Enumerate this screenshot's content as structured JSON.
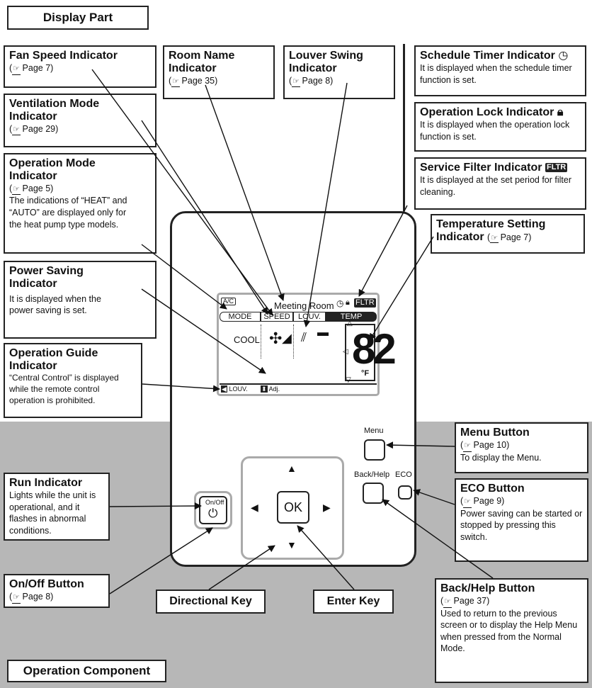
{
  "display_title": "Display Part",
  "operation_title": "Operation Component",
  "indicators": {
    "fan_speed": {
      "title": "Fan Speed Indicator",
      "ref": "Page 7"
    },
    "ventilation": {
      "title": "Ventilation Mode Indicator",
      "ref": "Page 29"
    },
    "operation_mode": {
      "title": "Operation Mode Indicator",
      "ref": "Page 5",
      "desc": "The indications of “HEAT” and “AUTO” are displayed only for the heat pump type models."
    },
    "power_saving": {
      "title": "Power Saving Indicator",
      "desc": "It is displayed when the power saving is set."
    },
    "operation_guide": {
      "title": "Operation Guide Indicator",
      "desc": "“Central Control” is displayed while the remote control operation is prohibited."
    },
    "room_name": {
      "title": "Room Name Indicator",
      "ref": "Page 35"
    },
    "louver_swing": {
      "title": "Louver Swing Indicator",
      "ref": "Page 8"
    },
    "schedule_timer": {
      "title": "Schedule Timer Indicator",
      "desc": "It is displayed when the schedule timer function is set."
    },
    "operation_lock": {
      "title": "Operation Lock Indicator",
      "desc": "It is displayed when the operation lock function is set."
    },
    "service_filter": {
      "title": "Service Filter Indicator",
      "badge": "FLTR",
      "desc": "It is displayed at the set period for filter cleaning."
    },
    "temp_setting": {
      "title": "Temperature Setting Indicator",
      "ref": "Page 7"
    }
  },
  "buttons": {
    "run": {
      "title": "Run Indicator",
      "desc": "Lights while the unit is operational, and it flashes in abnormal conditions."
    },
    "onoff": {
      "title": "On/Off Button",
      "ref": "Page 8"
    },
    "directional": {
      "title": "Directional Key"
    },
    "enter": {
      "title": "Enter Key"
    },
    "menu": {
      "title": "Menu Button",
      "ref": "Page 10",
      "desc": "To display the Menu."
    },
    "eco": {
      "title": "ECO Button",
      "ref": "Page 9",
      "desc": "Power saving can be started or stopped by pressing this switch."
    },
    "back_help": {
      "title": "Back/Help Button",
      "ref": "Page 37",
      "desc": "Used to return to the previous screen or to display the Help Menu when pressed from the Normal Mode."
    }
  },
  "screen": {
    "ac": "A/C",
    "room": "Meeting Room",
    "fltr": "FLTR",
    "tabs": [
      "MODE",
      "SPEED",
      "LOUV.",
      "TEMP"
    ],
    "mode_value": "COOL",
    "temp_value": "82",
    "unit": "°F",
    "louv_btn": "LOUV.",
    "adj_btn": "Adj."
  },
  "controller": {
    "onoff_label": "On/Off",
    "ok_label": "OK",
    "menu_label": "Menu",
    "back_label": "Back/Help",
    "eco_label": "ECO"
  }
}
